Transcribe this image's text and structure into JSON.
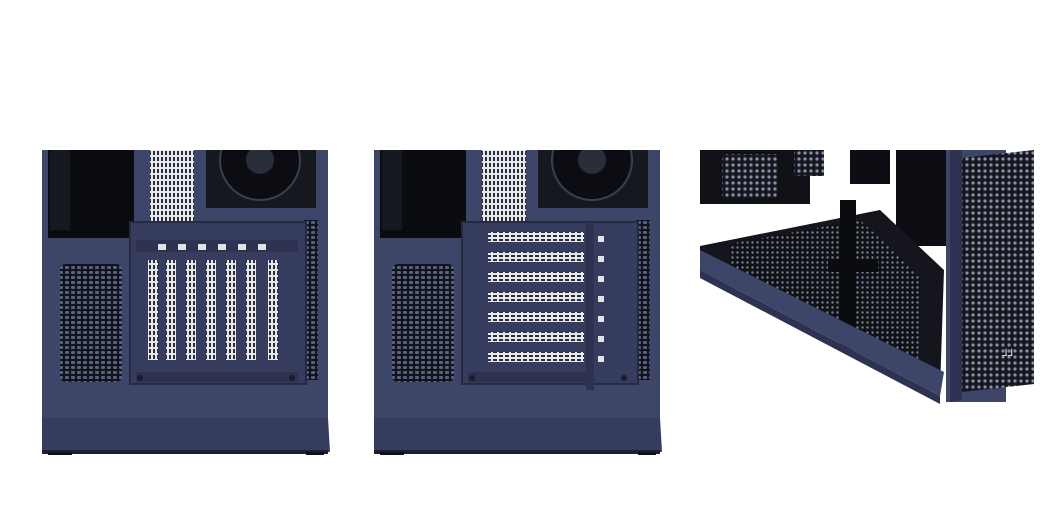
{
  "captions": [
    {
      "text": ""
    },
    {
      "text": ""
    },
    {
      "text": ""
    }
  ],
  "images": [
    {
      "subject": "case-rear-vertical-gpu-slots",
      "case_color": "#3d4569",
      "trim_color": "#0b0c10"
    },
    {
      "subject": "case-rear-horizontal-expansion-slots",
      "case_color": "#3d4569",
      "trim_color": "#0b0c10"
    },
    {
      "subject": "case-interior-angled-view",
      "case_color": "#3d4569",
      "trim_color": "#0b0c10"
    }
  ],
  "logo": {
    "text": "TT",
    "visible_as_picture": true
  }
}
